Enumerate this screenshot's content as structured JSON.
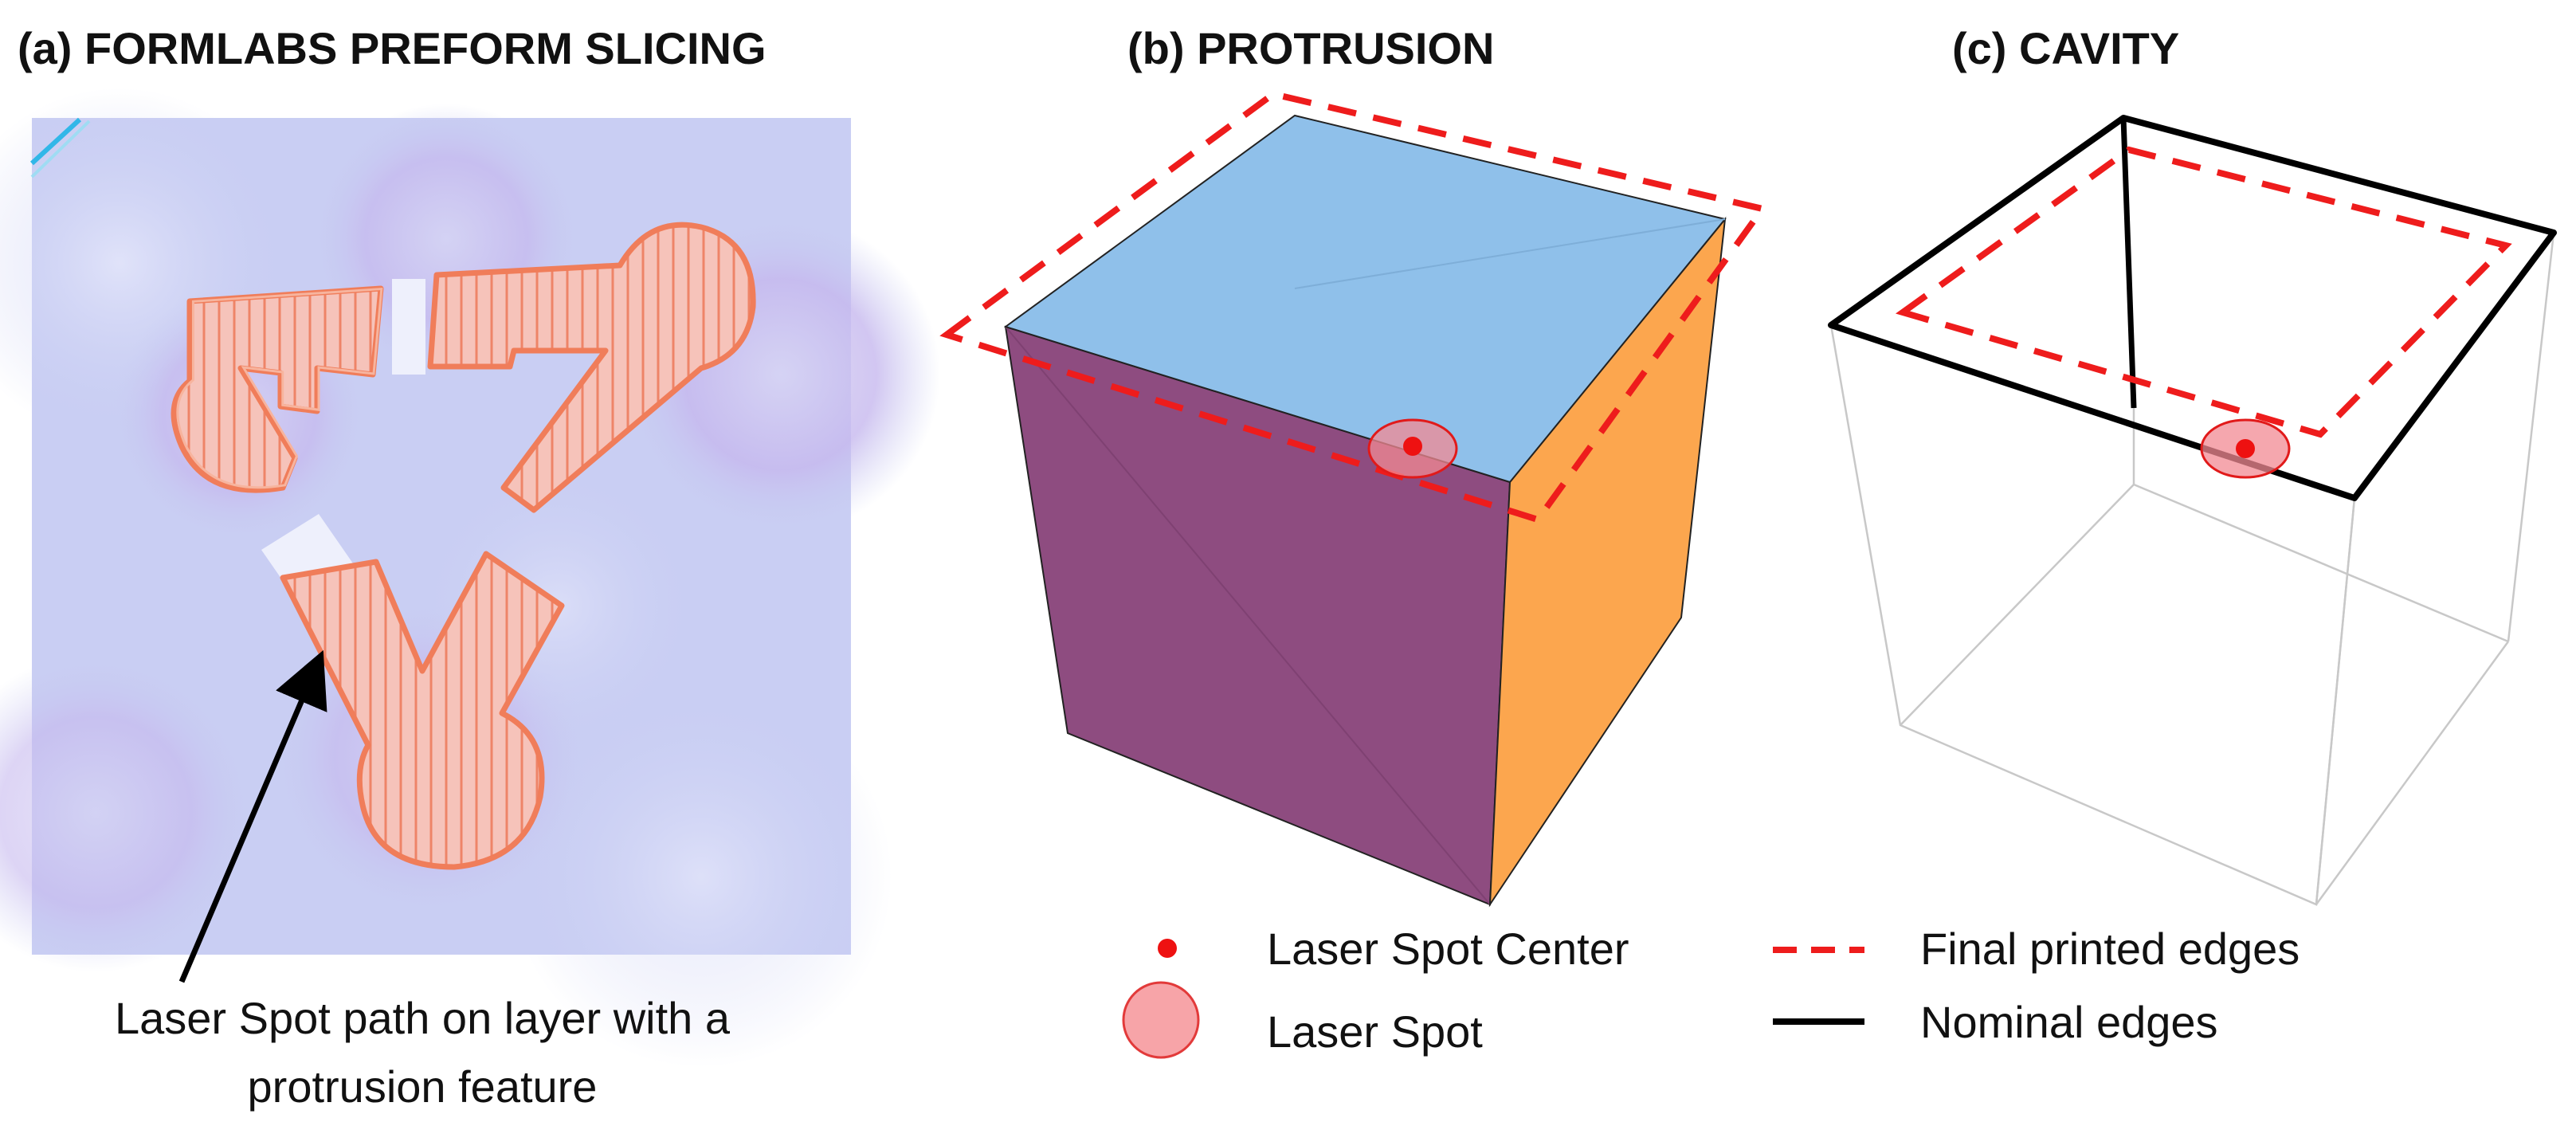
{
  "panels": {
    "a": {
      "title": "(a) FORMLABS PREFORM SLICING"
    },
    "b": {
      "title": "(b) PROTRUSION"
    },
    "c": {
      "title": "(c) CAVITY"
    }
  },
  "caption": {
    "line1": "Laser Spot path on layer with a",
    "line2": "protrusion feature"
  },
  "legend": {
    "laser_spot_center": "Laser Spot Center",
    "laser_spot": "Laser Spot",
    "final_printed_edges": "Final printed edges",
    "nominal_edges": "Nominal edges"
  },
  "colors": {
    "slicer_background": "#c8cdf2",
    "slice_fill": "#f4b9b0",
    "slice_outline": "#f07d5a",
    "cube_top": "#8fc0ea",
    "cube_front": "#8f4d80",
    "cube_side": "#fca64e",
    "final_edge_dashed": "#ee1c1c",
    "nominal_edge": "#000000",
    "laser_spot_fill": "#f7a4a8",
    "laser_spot_center": "#ee1111"
  }
}
